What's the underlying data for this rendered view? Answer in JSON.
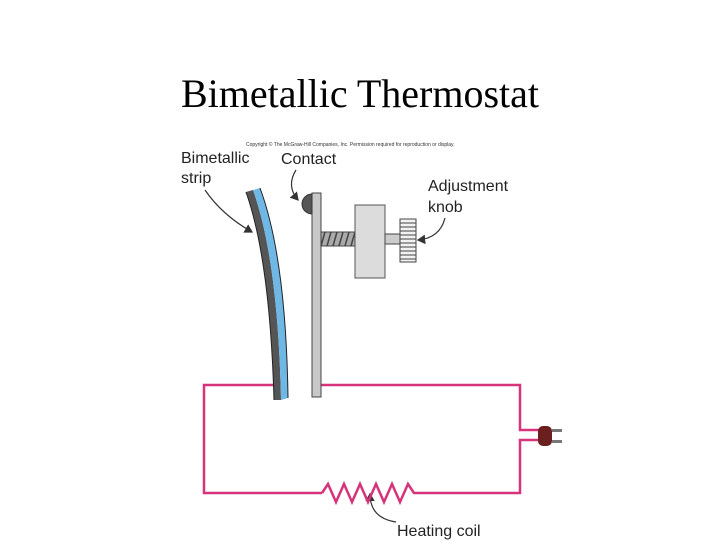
{
  "slide": {
    "title": "Bimetallic Thermostat"
  },
  "diagram": {
    "copyright": "Copyright © The McGraw-Hill Companies, Inc. Permission required for reproduction or display.",
    "labels": {
      "bimetallic_strip_line1": "Bimetallic",
      "bimetallic_strip_line2": "strip",
      "contact": "Contact",
      "adjustment_knob_line1": "Adjustment",
      "adjustment_knob_line2": "knob",
      "heating_coil": "Heating coil"
    },
    "colors": {
      "circuit": "#d6337a",
      "strip_metal_a": "#6fb8e6",
      "strip_metal_b": "#555555",
      "contact_plate": "#c8c8c8",
      "plug": "#6b1f1f"
    }
  }
}
